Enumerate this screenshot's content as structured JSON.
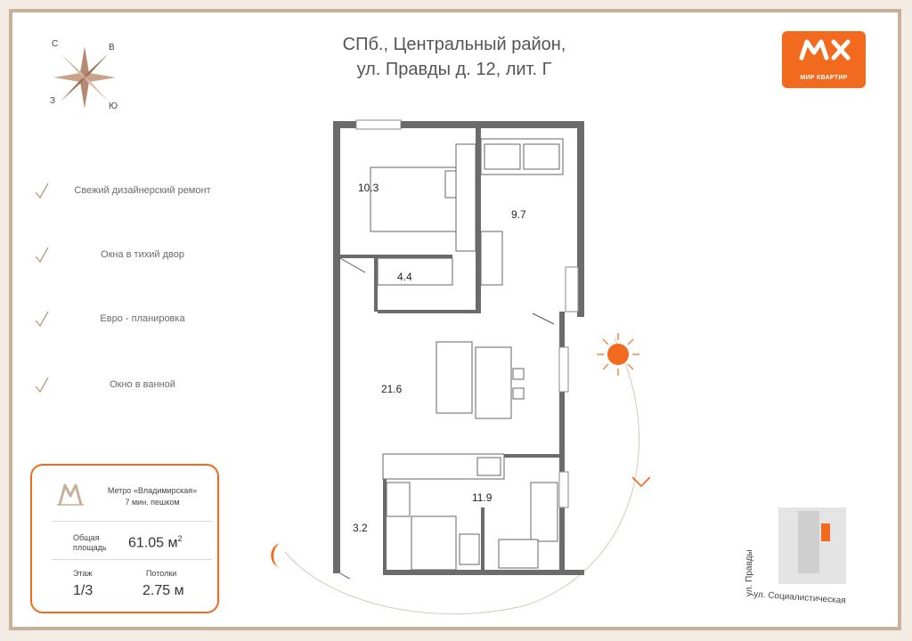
{
  "title": {
    "line1": "СПб., Центральный район,",
    "line2": "ул. Правды д. 12, лит. Г"
  },
  "logo": {
    "text": "МИР КВАРТИР",
    "icon": "mk-logo-icon",
    "color": "#f26a1e"
  },
  "compass": {
    "n": "С",
    "e": "В",
    "w": "З",
    "s": "Ю"
  },
  "features": [
    {
      "label": "Свежий дизайнерский ремонт"
    },
    {
      "label": "Окна в тихий двор"
    },
    {
      "label": "Евро - планировка"
    },
    {
      "label": "Окно в ванной"
    }
  ],
  "card": {
    "metro_line1": "Метро «Владимирская»",
    "metro_line2": "7 мин. пешком",
    "area_label1": "Общая",
    "area_label2": "площадь",
    "area_value": "61.05 м",
    "area_unit_sup": "2",
    "floor_label": "Этаж",
    "floor_value": "1/3",
    "ceiling_label": "Потолки",
    "ceiling_value": "2.75 м"
  },
  "rooms": {
    "r1": "10.3",
    "r2": "9.7",
    "r3": "4.4",
    "r4": "21.6",
    "r5": "11.9",
    "r6": "3.2"
  },
  "map": {
    "street1": "ул. Правды",
    "street2": "ул. Социалистическая"
  },
  "colors": {
    "accent": "#f26a1e",
    "frame": "#c9b09a",
    "wall": "#6b6b6b"
  }
}
